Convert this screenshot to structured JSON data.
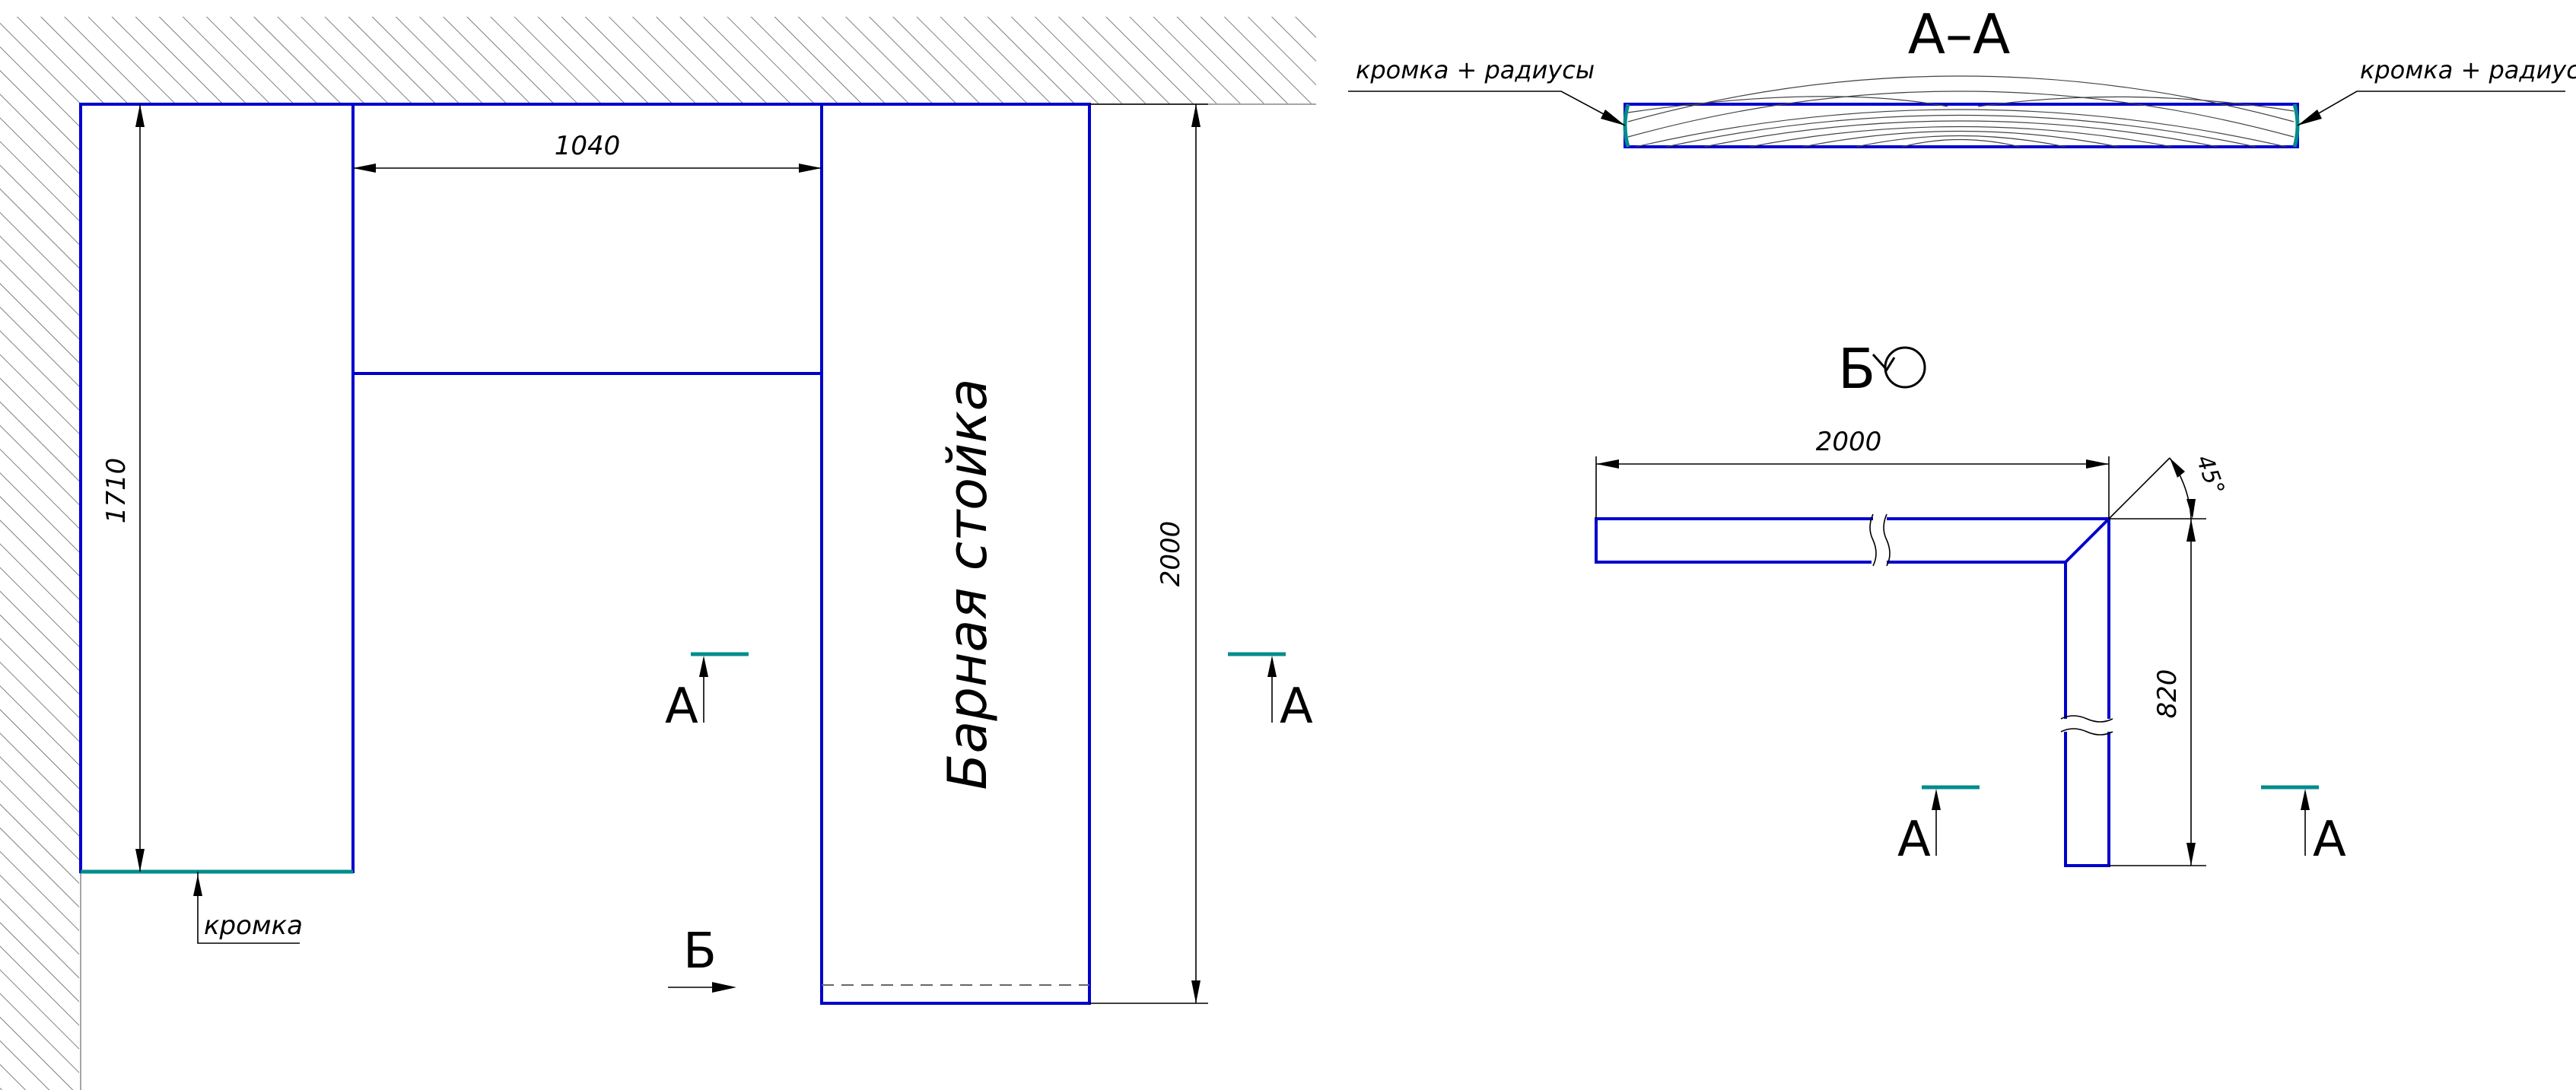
{
  "plan": {
    "dim_top": "1040",
    "dim_left": "1710",
    "dim_right": "2000",
    "bar_label": "Барная стойка",
    "edge_note": "кромка",
    "section_a_left": "А",
    "section_a_right": "А",
    "view_b": "Б"
  },
  "section_aa": {
    "title": "А–А",
    "note_left": "кромка + радиусы",
    "note_right": "кромка + радиусы"
  },
  "view_b_detail": {
    "title": "Б",
    "dim_length": "2000",
    "dim_height": "820",
    "angle": "45°",
    "section_a_left": "А",
    "section_a_right": "А"
  },
  "colors": {
    "object_line": "#0000cc",
    "edge_band": "#008c8c",
    "dim_line": "#000000"
  }
}
